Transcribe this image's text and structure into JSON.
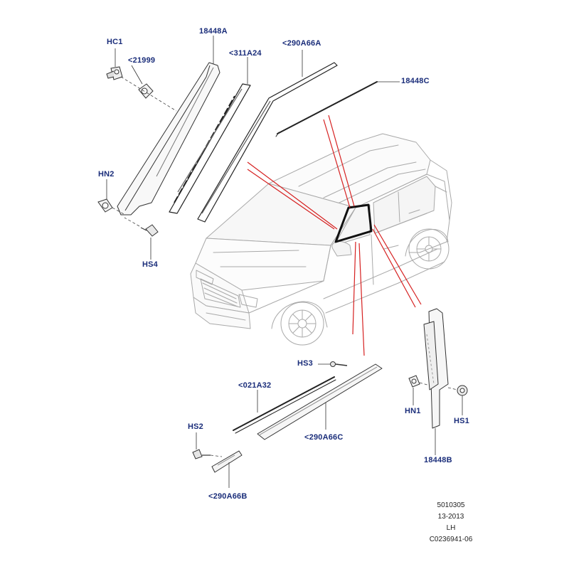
{
  "labels": {
    "hc1": "HC1",
    "p21999": "<21999",
    "p18448a": "18448A",
    "p311a24": "<311A24",
    "p290a66a": "<290A66A",
    "p18448c": "18448C",
    "hn2": "HN2",
    "hs4": "HS4",
    "hs3": "HS3",
    "p021a32": "<021A32",
    "hs2": "HS2",
    "p290a66c": "<290A66C",
    "p290a66b": "<290A66B",
    "hn1": "HN1",
    "hs1": "HS1",
    "p18448b": "18448B"
  },
  "reference": {
    "number": "5010305",
    "year": "13-2013",
    "side": "LH",
    "code": "C0236941-06"
  },
  "colors": {
    "label_text": "#1a2d7a",
    "callout_line": "#d62020",
    "outline": "#9a9a9a",
    "part_dark": "#222222"
  }
}
